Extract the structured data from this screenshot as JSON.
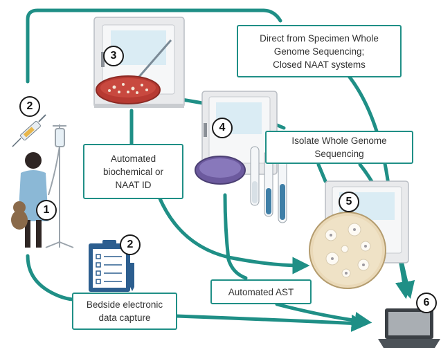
{
  "colors": {
    "arrow_teal": "#1f8f86",
    "box_border": "#1f8f86",
    "text": "#333333",
    "badge_border": "#1a1a1a"
  },
  "labels": {
    "direct_wgs": [
      "Direct from Specimen  Whole",
      "Genome Sequencing;",
      "Closed NAAT systems"
    ],
    "isolate_wgs": [
      "Isolate Whole Genome",
      "Sequencing"
    ],
    "automated_id": [
      "Automated",
      "biochemical or",
      "NAAT ID"
    ],
    "automated_ast": [
      "Automated AST"
    ],
    "bedside": [
      "Bedside electronic",
      "data capture"
    ]
  },
  "steps": {
    "patient": "1",
    "specimen_collection": "2",
    "bedside_capture": "2",
    "culture_plating": "3",
    "identification": "4",
    "susceptibility_testing": "5",
    "laptop_report": "6"
  },
  "icons": [
    "patient-child-icon",
    "iv-drip-stand-icon",
    "syringe-icon",
    "clipboard-checklist-icon",
    "incubator-icon",
    "petri-dish-icon",
    "test-tube-icon",
    "ast-disc-plate-icon",
    "laptop-icon"
  ]
}
